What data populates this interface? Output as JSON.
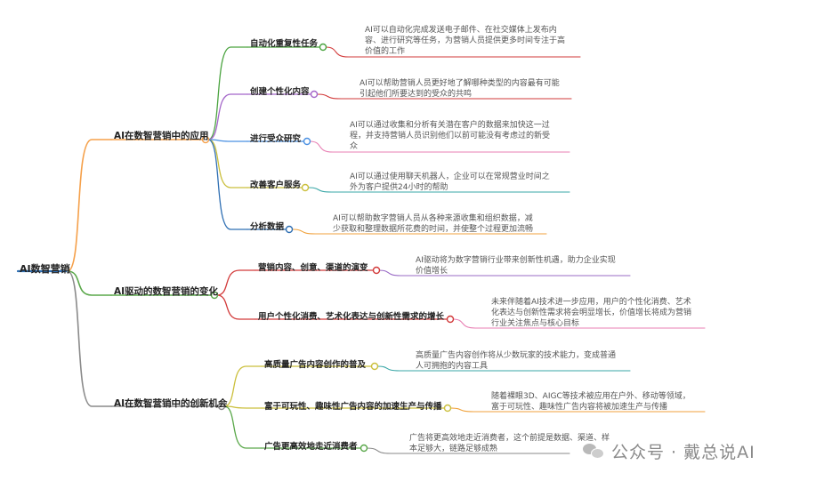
{
  "root": {
    "label": "AI数智营销"
  },
  "branches": [
    {
      "label": "AI在数智营销中的应用",
      "color": "#f5a04a",
      "children": [
        {
          "label": "自动化重复性任务",
          "color": "#4aa33f",
          "desc": [
            "AI可以自动化完成发送电子邮件、在社交媒体上发布内",
            "容、进行研究等任务，为营销人员提供更多时间专注于高",
            "价值的工作"
          ],
          "desc_color": "#d23a3a"
        },
        {
          "label": "创建个性化内容",
          "color": "#a466c9",
          "desc": [
            "AI可以帮助营销人员更好地了解哪种类型的内容最有可能",
            "引起他们所要达到的受众的共鸣"
          ],
          "desc_color": "#d23a3a"
        },
        {
          "label": "进行受众研究",
          "color": "#4a90e2",
          "desc": [
            "AI可以通过收集和分析有关潜在客户的数据来加快这一过",
            "程，并支持营销人员识别他们以前可能没有考虑过的新受",
            "众"
          ],
          "desc_color": "#e87fb3"
        },
        {
          "label": "改善客户服务",
          "color": "#cbbf3c",
          "desc": [
            "AI可以通过使用聊天机器人，企业可以在常规营业时间之",
            "外为客户提供24小时的帮助"
          ],
          "desc_color": "#3aa7a7"
        },
        {
          "label": "分析数据",
          "color": "#2f6fb3",
          "desc": [
            "AI可以帮助数字营销人员从各种来源收集和组织数据，减",
            "少获取和整理数据所花费的时间，并使整个过程更加流畅"
          ],
          "desc_color": "#f0a23c"
        }
      ]
    },
    {
      "label": "AI驱动的数智营销的变化",
      "color": "#5aa84a",
      "children": [
        {
          "label": "营销内容、创意、渠道的演变",
          "color": "#d23a3a",
          "desc": [
            "AI驱动将为数字营销行业带来创新性机遇，助力企业实现",
            "价值增长"
          ],
          "desc_color": "#9a6bc6"
        },
        {
          "label": "用户个性化消费、艺术化表达与创新性需求的增长",
          "color": "#d23a3a",
          "desc": [
            "未来伴随着AI技术进一步应用，用户的个性化消费、艺术",
            "化表达与创新性需求将会明显增长，价值增长将成为营销",
            "行业关注焦点与核心目标"
          ],
          "desc_color": "#e87fb3"
        }
      ]
    },
    {
      "label": "AI在数智营销中的创新机会",
      "color": "#8a8a8a",
      "children": [
        {
          "label": "高质量广告内容创作的普及",
          "color": "#cbbf3c",
          "desc": [
            "高质量广告内容创作将从少数玩家的技术能力，变成普通",
            "人可拥抱的内容工具"
          ],
          "desc_color": "#3aa7a7"
        },
        {
          "label": "富于可玩性、趣味性广告内容的加速生产与传播",
          "color": "#cbbf3c",
          "desc": [
            "随着裸眼3D、AIGC等技术被应用在户外、移动等领域，",
            "富于可玩性、趣味性广告内容将被加速生产与传播"
          ],
          "desc_color": "#f0a23c"
        },
        {
          "label": "广告更高效地走近消费者",
          "color": "#5aa84a",
          "desc": [
            "广告将更高效地走近消费者，这个前提是数据、渠道、样",
            "本足够大，链路足够成熟"
          ],
          "desc_color": "#8a8a8a"
        }
      ]
    }
  ],
  "watermark": {
    "text": "公众号 · 戴总说AI",
    "icon": "wechat-icon"
  }
}
